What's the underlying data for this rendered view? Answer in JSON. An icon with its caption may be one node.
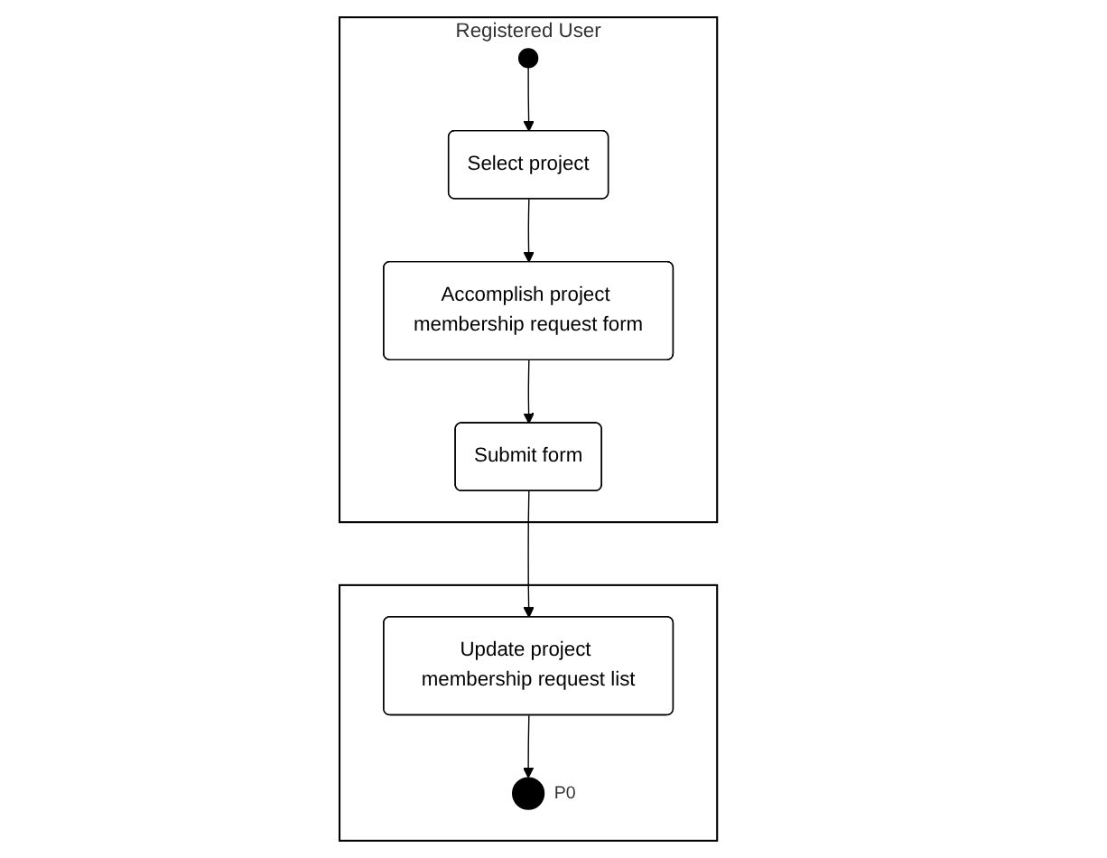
{
  "diagram": {
    "nodes": [
      {
        "text": [
          "Registered User"
        ]
      },
      {
        "text": [],
        "shape": "box"
      },
      {
        "text": [],
        "shape": "circle",
        "in": 0
      },
      {
        "text": [
          "Select project"
        ],
        "in": 0
      },
      {
        "text": [
          "Accomplish project membership request form"
        ],
        "in": 0
      },
      {
        "text": [
          "Submit form"
        ],
        "in": 0
      },
      {
        "text": [
          "Update project membership request list"
        ],
        "in": 1
      },
      {
        "text": [],
        "shape": "circle",
        "in": 1,
        "beside": [
          "P0"
        ]
      }
    ],
    "edges": [
      {
        "from": 2,
        "to": 3,
        "arrow": "to"
      },
      {
        "from": 3,
        "to": 4,
        "arrow": "to"
      },
      {
        "from": 4,
        "to": 5,
        "arrow": "to"
      },
      {
        "from": 5,
        "to": 6,
        "arrow": "to"
      },
      {
        "from": 6,
        "to": 7,
        "arrow": "to"
      }
    ]
  }
}
